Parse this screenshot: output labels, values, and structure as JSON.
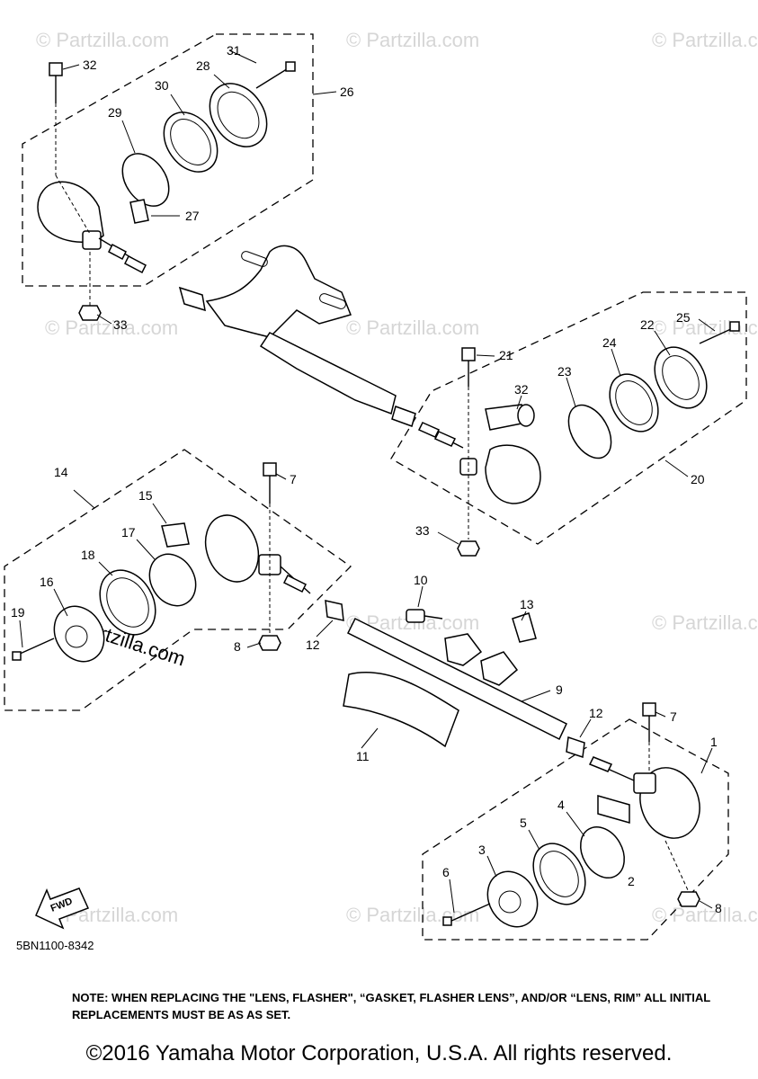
{
  "diagram": {
    "part_code": "5BN1100-8342",
    "fwd_label": "FWD",
    "watermark": "© Partzilla.com",
    "callouts": [
      "32",
      "31",
      "28",
      "30",
      "29",
      "26",
      "27",
      "33",
      "25",
      "22",
      "24",
      "23",
      "21",
      "32",
      "20",
      "33",
      "14",
      "15",
      "17",
      "18",
      "16",
      "19",
      "8",
      "7",
      "12",
      "10",
      "13",
      "9",
      "11",
      "12",
      "7",
      "1",
      "4",
      "5",
      "3",
      "6",
      "2",
      "8"
    ]
  },
  "note": "NOTE: WHEN REPLACING THE  \"LENS, FLASHER\", “GASKET, FLASHER LENS”, AND/OR “LENS, RIM” ALL INITIAL REPLACEMENTS MUST BE AS AS SET.",
  "copyright": "©2016 Yamaha Motor Corporation, U.S.A. All rights reserved."
}
